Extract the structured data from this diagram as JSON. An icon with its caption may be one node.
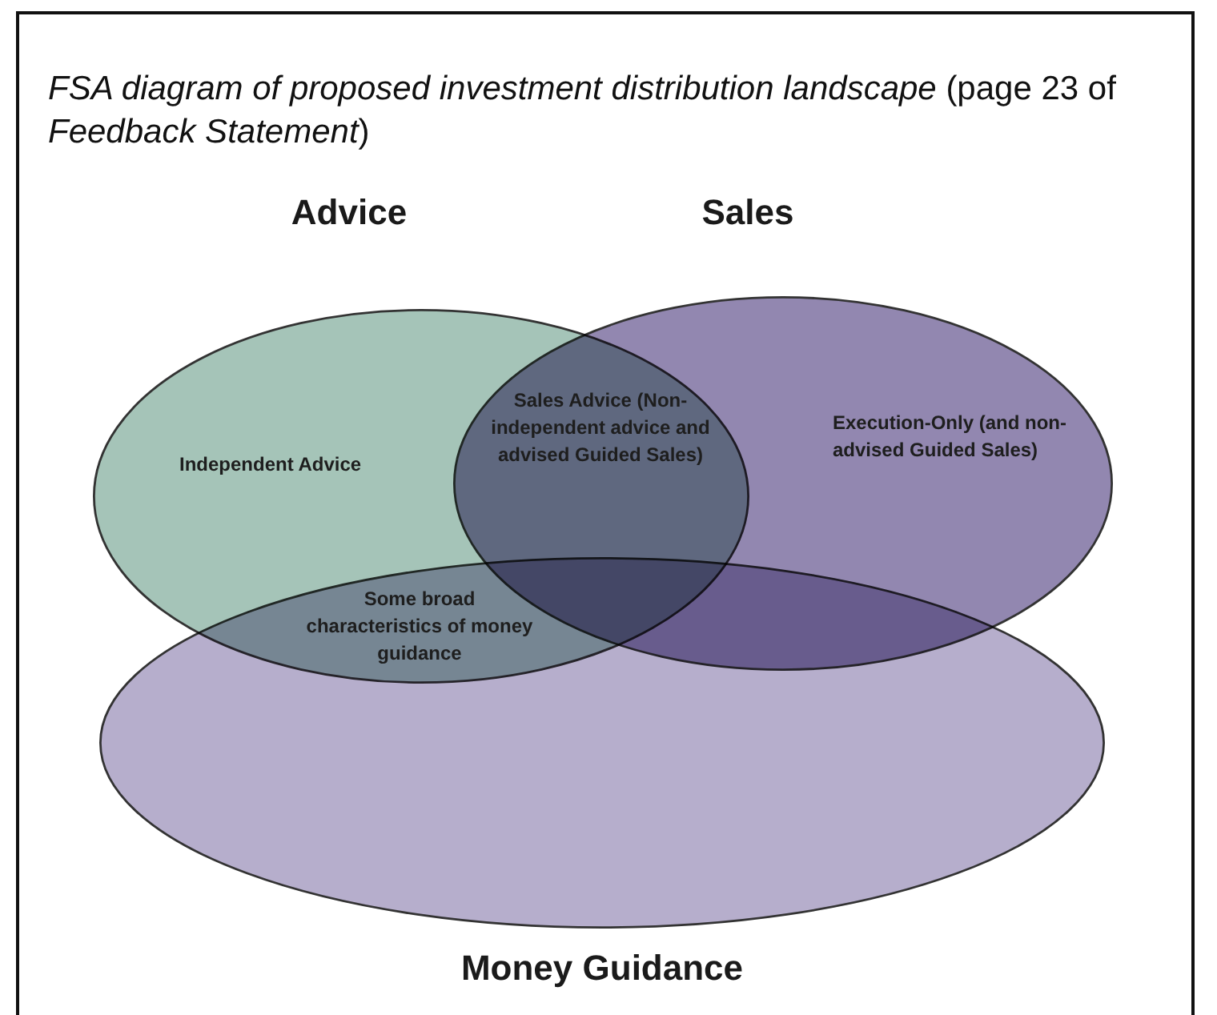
{
  "diagram": {
    "title": "*FSA diagram of proposed investment distribution landscape* (page 23 of *Feedback Statement*)",
    "nodes": [
      {
        "text": [
          "Advice",
          "Independent Advice"
        ]
      },
      {
        "text": [
          "Sales",
          "Execution-Only (and non-advised Guided Sales)"
        ]
      },
      {
        "text": [
          "Money Guidance"
        ]
      }
    ],
    "edges": [],
    "labels": [
      "Sales Advice (Non-independent advice and advised Guided Sales)",
      "Some broad characteristics of money guidance"
    ]
  }
}
